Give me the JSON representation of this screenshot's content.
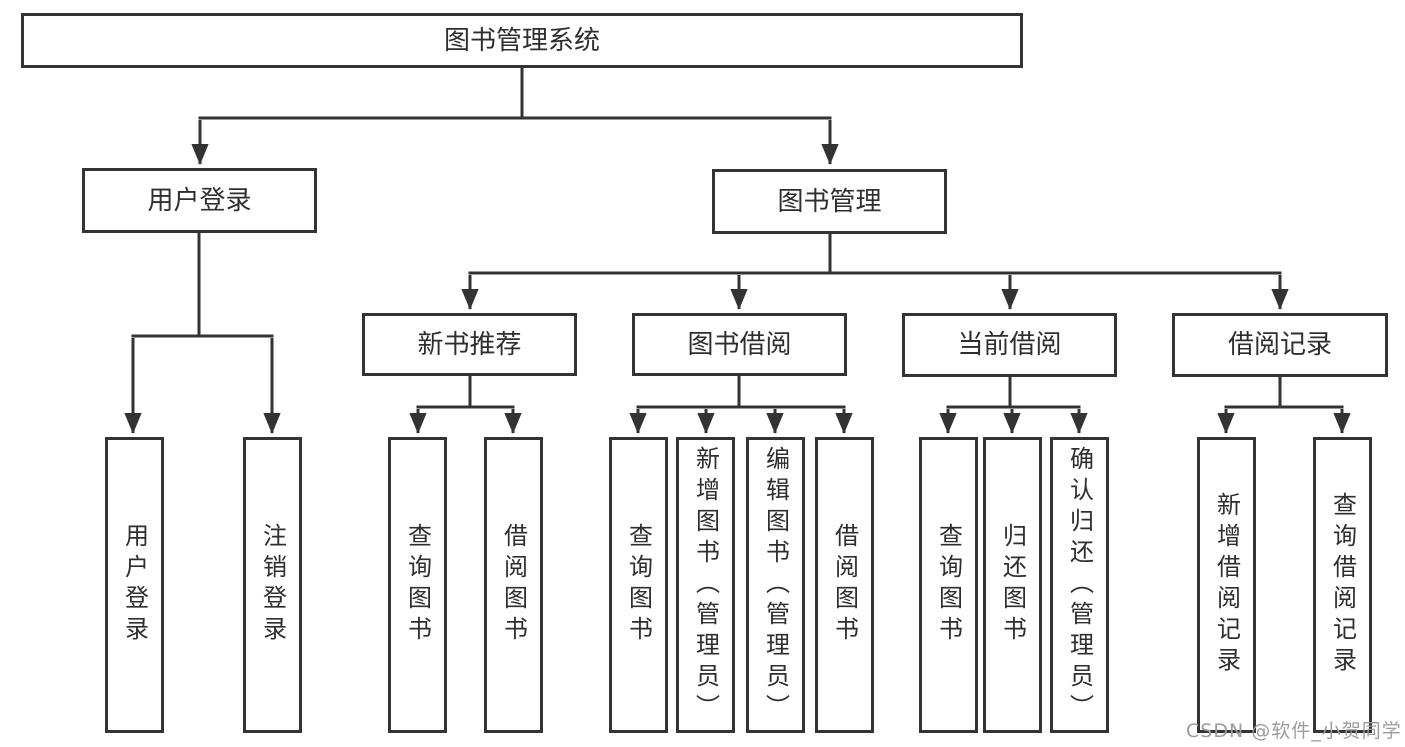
{
  "diagram": {
    "root": {
      "label": "图书管理系统"
    },
    "level2": [
      {
        "label": "用户登录"
      },
      {
        "label": "图书管理"
      }
    ],
    "level3": [
      {
        "label": "新书推荐"
      },
      {
        "label": "图书借阅"
      },
      {
        "label": "当前借阅"
      },
      {
        "label": "借阅记录"
      }
    ],
    "leaves": [
      {
        "label": "用户登录"
      },
      {
        "label": "注销登录"
      },
      {
        "label": "查询图书"
      },
      {
        "label": "借阅图书"
      },
      {
        "label": "查询图书"
      },
      {
        "label": "新增图书（管理员）"
      },
      {
        "label": "编辑图书（管理员）"
      },
      {
        "label": "借阅图书"
      },
      {
        "label": "查询图书"
      },
      {
        "label": "归还图书"
      },
      {
        "label": "确认归还（管理员）"
      },
      {
        "label": "新增借阅记录"
      },
      {
        "label": "查询借阅记录"
      }
    ]
  },
  "watermark": {
    "text": "CSDN @软件_小贺同学"
  },
  "colors": {
    "line": "#333333",
    "border": "#333333",
    "text": "#2e2e2e",
    "watermark": "#9c9c9c",
    "background": "#ffffff"
  }
}
